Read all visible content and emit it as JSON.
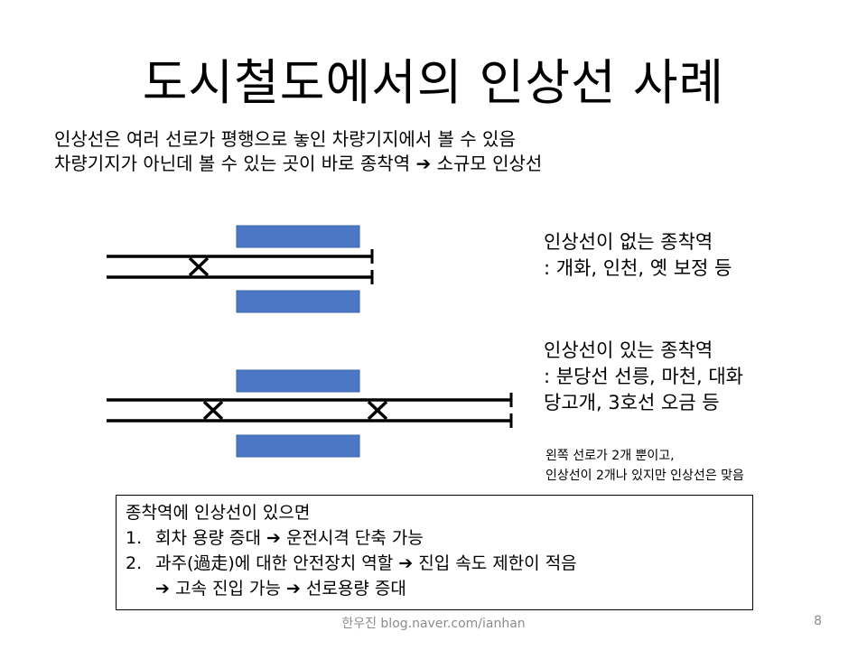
{
  "slide": {
    "title": "도시철도에서의 인상선 사례",
    "intro": {
      "line1": "인상선은 여러 선로가 평행으로 놓인 차량기지에서 볼 수 있음",
      "line2": "차량기지가 아닌데 볼 수 있는 곳이 바로 종착역 ➔ 소규모 인상선"
    },
    "case_no_siding": {
      "heading": "인상선이 없는 종착역",
      "examples": ": 개화, 인천, 옛 보정 등"
    },
    "case_with_siding": {
      "heading": "인상선이 있는 종착역",
      "examples_line1": ": 분당선 선릉, 마천, 대화",
      "examples_line2": "당고개, 3호선 오금 등"
    },
    "note": {
      "line1": "왼쪽 선로가 2개 뿐이고,",
      "line2": "인상선이 2개나 있지만 인상선은 맞음"
    },
    "summary_box": {
      "heading": "종착역에 인상선이 있으면",
      "item1_num": "1.",
      "item1_text": "회차 용량 증대 ➔ 운전시격 단축 가능",
      "item2_num": "2.",
      "item2_text": "과주(過走)에 대한 안전장치 역할 ➔ 진입 속도 제한이 적음",
      "item2_cont": "➔ 고속 진입 가능 ➔ 선로용량 증대"
    },
    "footer": "한우진 blog.naver.com/ianhan",
    "page_number": "8",
    "colors": {
      "platform": "#4a76c4",
      "track": "#000000",
      "footer_text": "#8c8c8c"
    }
  }
}
